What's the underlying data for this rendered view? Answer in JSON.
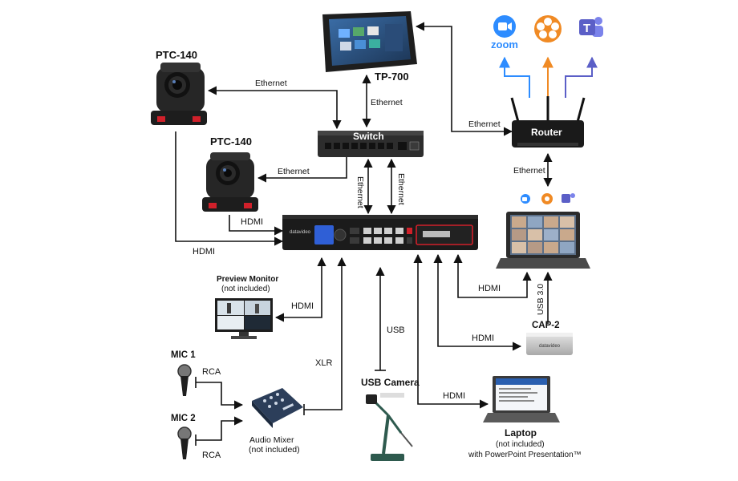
{
  "devices": {
    "tp700": "TP-700",
    "ptc_top": "PTC-140",
    "ptc_mid": "PTC-140",
    "switch": "Switch",
    "router": "Router",
    "cap2": "CAP-2",
    "preview_title": "Preview Monitor",
    "preview_note": "(not included)",
    "mic1": "MIC 1",
    "mic2": "MIC 2",
    "mixer_title": "Audio Mixer",
    "mixer_note": "(not included)",
    "usb_camera": "USB Camera",
    "laptop_title": "Laptop",
    "laptop_note": "(not included)",
    "laptop_sub": "with PowerPoint Presentation™"
  },
  "connections": {
    "eth_ptc_top": "Ethernet",
    "eth_tp700": "Ethernet",
    "eth_router_left": "Ethernet",
    "eth_ptc_mid": "Ethernet",
    "eth_vert_1": "Ethernet",
    "eth_vert_2": "Ethernet",
    "eth_router_down": "Ethernet",
    "hdmi_ptc_mid": "HDMI",
    "hdmi_ptc_top": "HDMI",
    "hdmi_preview": "HDMI",
    "hdmi_pc": "HDMI",
    "hdmi_cap2": "HDMI",
    "hdmi_laptop": "HDMI",
    "usb_cam": "USB",
    "usb3": "USB 3.0",
    "xlr": "XLR",
    "rca1": "RCA",
    "rca2": "RCA"
  },
  "apps": {
    "zoom": "zoom",
    "teams_letter": "T"
  },
  "colors": {
    "zoom_blue": "#2D8CFF",
    "webex_orange": "#F08A24",
    "teams_purple": "#5B5FC7",
    "device_dark": "#1b1b1b",
    "accent_red": "#d0202a"
  }
}
